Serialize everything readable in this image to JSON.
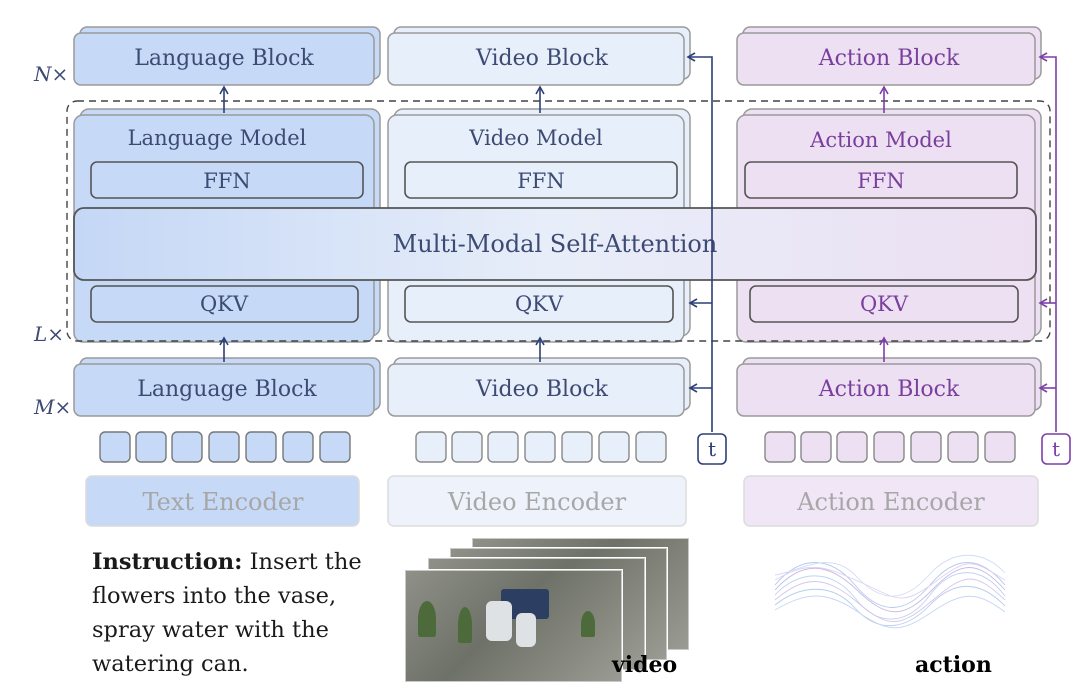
{
  "multipliers": {
    "n": "N×",
    "l": "L×",
    "m": "M×"
  },
  "columns": [
    {
      "id": "language",
      "top_block": "Language Block",
      "model": "Language  Model",
      "ffn": "FFN",
      "qkv": "QKV",
      "bottom_block": "Language Block",
      "encoder": "Text Encoder"
    },
    {
      "id": "video",
      "top_block": "Video Block",
      "model": "Video  Model",
      "ffn": "FFN",
      "qkv": "QKV",
      "bottom_block": "Video Block",
      "encoder": "Video Encoder"
    },
    {
      "id": "action",
      "top_block": "Action Block",
      "model": "Action   Model",
      "ffn": "FFN",
      "qkv": "QKV",
      "bottom_block": "Action Block",
      "encoder": "Action Encoder"
    }
  ],
  "attention": "Multi-Modal Self-Attention",
  "timestep": {
    "video": "t",
    "action": "t"
  },
  "instruction": {
    "label": "Instruction:",
    "text": " Insert the flowers into the vase, spray water with the watering can."
  },
  "captions": {
    "video": "video",
    "action": "action"
  },
  "colors": {
    "language_fill": "#c6d9f7",
    "video_fill": "#e7effa",
    "action_fill": "#ede0f2",
    "video_line": "#2e3f78",
    "action_line": "#7d3fa8",
    "stroke": "#666666"
  }
}
